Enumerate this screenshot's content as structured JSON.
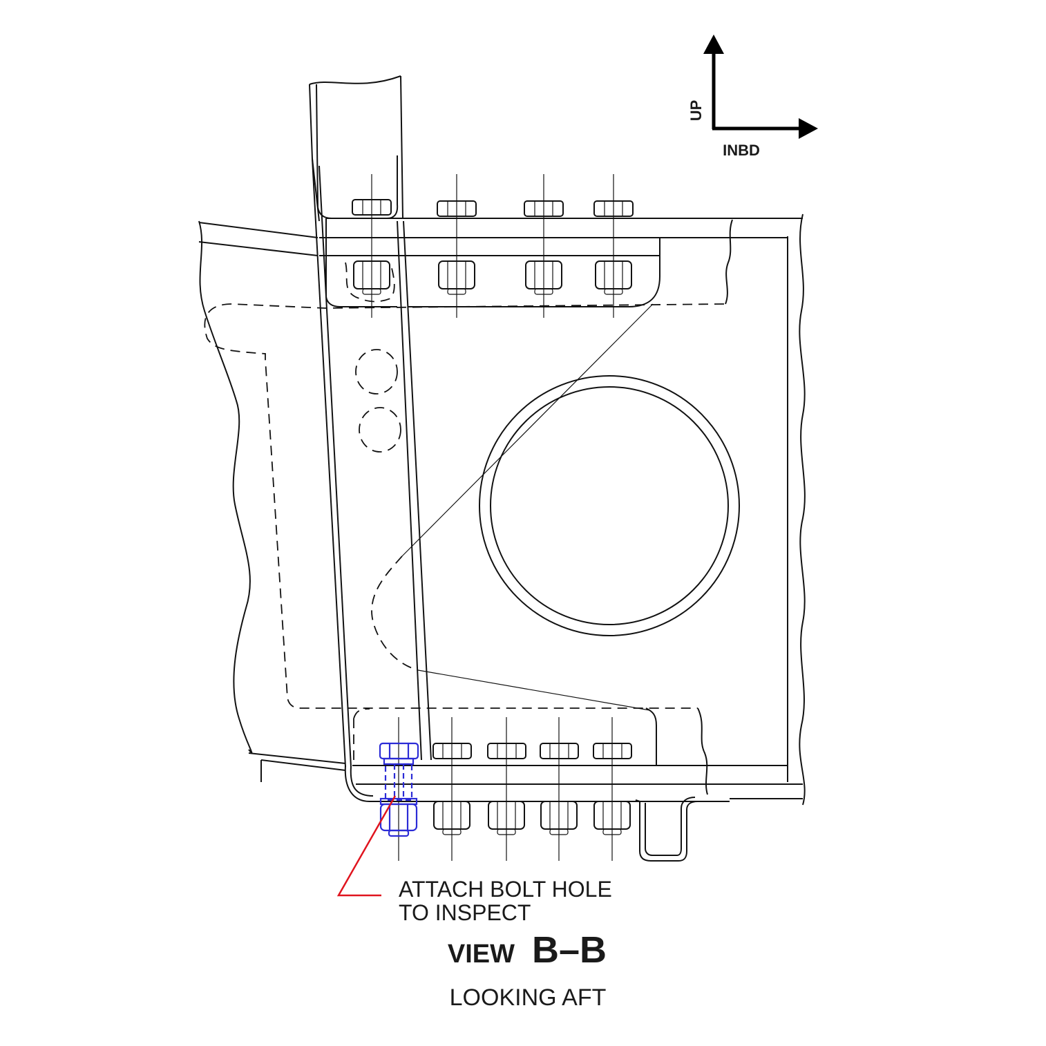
{
  "orientation": {
    "up_label": "UP",
    "inboard_label": "INBD"
  },
  "callout": {
    "line1": "ATTACH BOLT HOLE",
    "line2": "TO INSPECT",
    "leader_color": "#e0141e",
    "highlight_color": "#2b2bd6"
  },
  "view": {
    "prefix": "VIEW",
    "id": "B–B",
    "subtitle": "LOOKING AFT"
  }
}
